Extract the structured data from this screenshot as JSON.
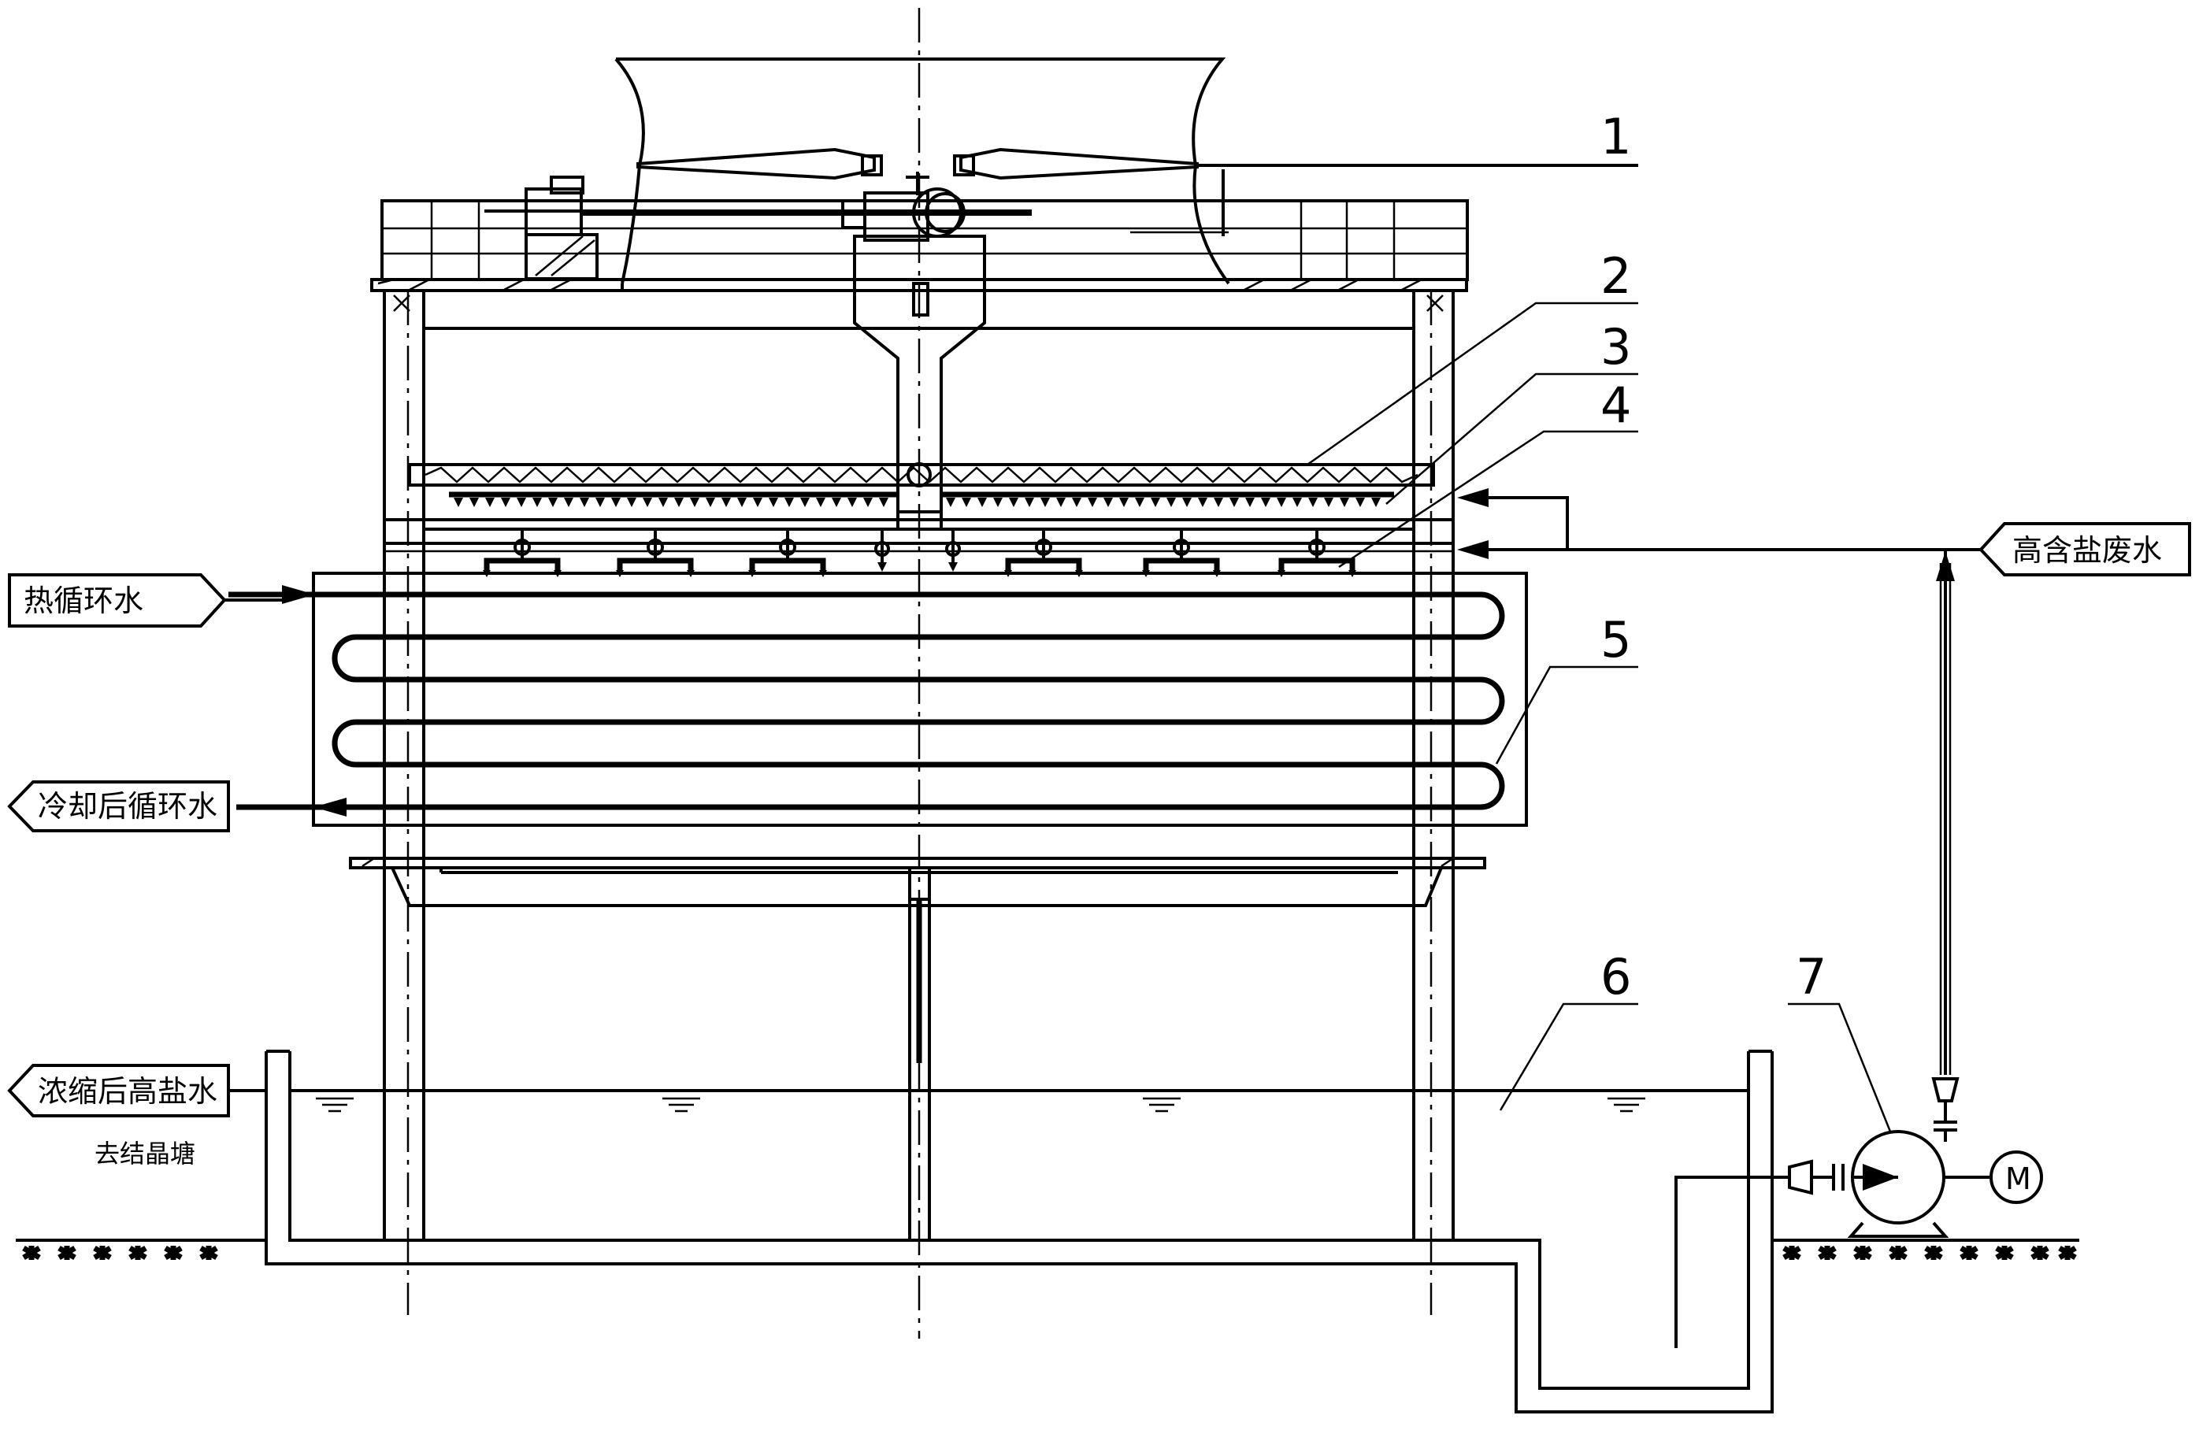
{
  "parts": [
    {
      "number": "1",
      "label_id": "fan"
    },
    {
      "number": "2",
      "label_id": "drift-eliminator"
    },
    {
      "number": "3",
      "label_id": "spray-header"
    },
    {
      "number": "4",
      "label_id": "nozzle-header"
    },
    {
      "number": "5",
      "label_id": "coil-bundle"
    },
    {
      "number": "6",
      "label_id": "basin"
    },
    {
      "number": "7",
      "label_id": "pump"
    }
  ],
  "streams": {
    "hot_in": "热循环水",
    "cooled_out": "冷却后循环水",
    "brine_in": "高含盐废水",
    "concentrate_out": "浓缩后高盐水"
  },
  "notes": {
    "to_pond": "去结晶塘"
  },
  "motor_label": "M"
}
